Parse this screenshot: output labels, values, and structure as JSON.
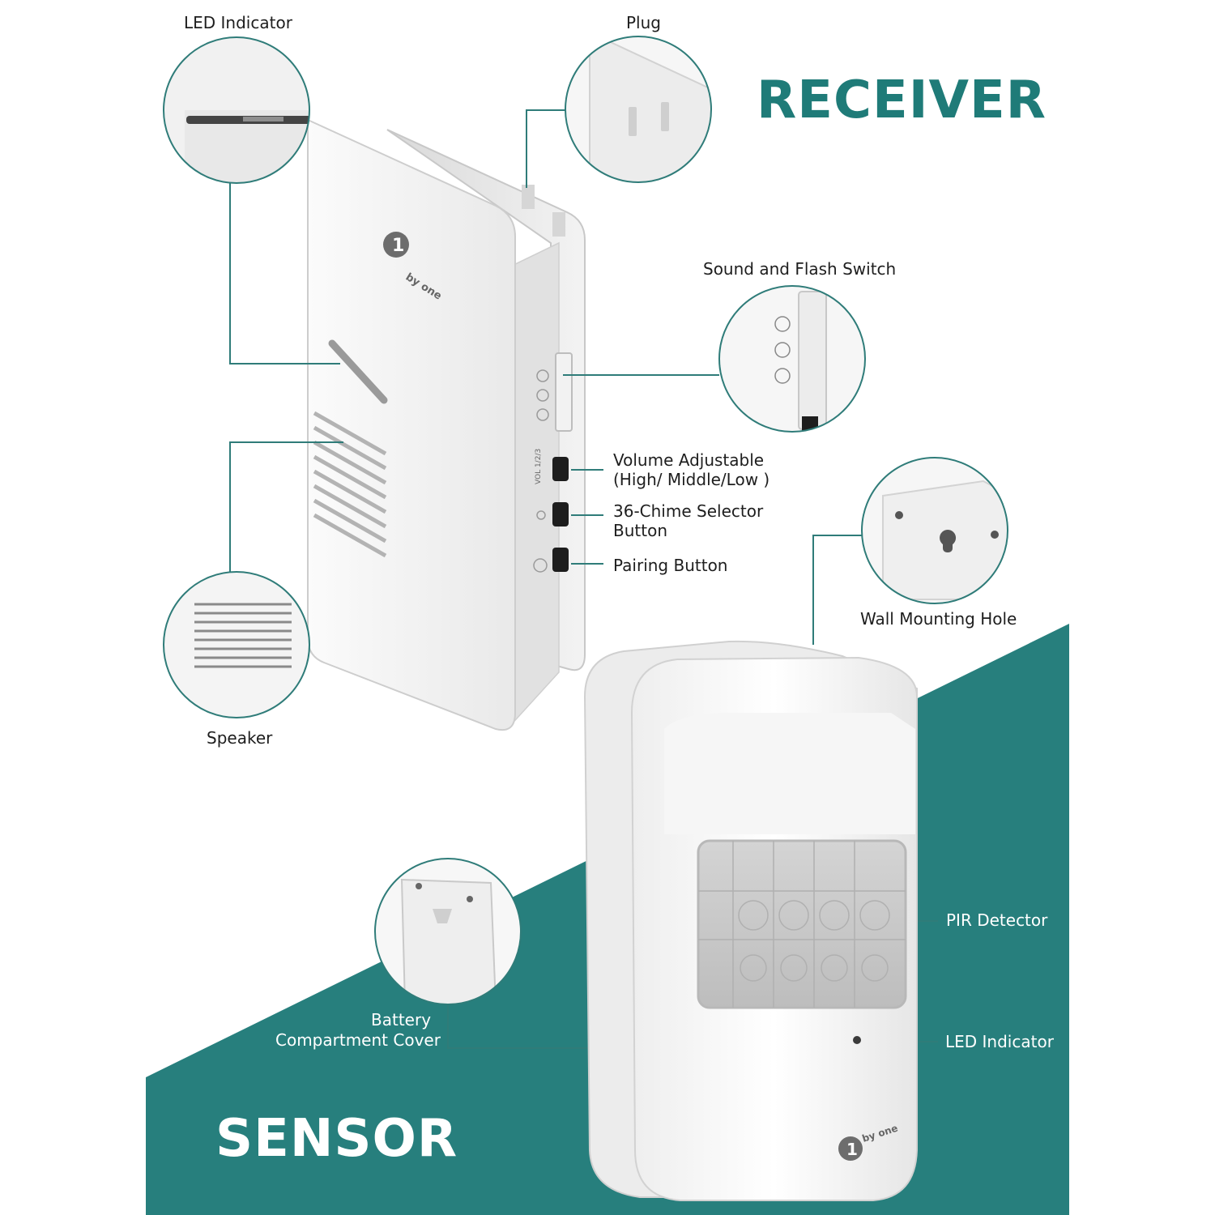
{
  "headings": {
    "receiver": "RECEIVER",
    "sensor": "SENSOR"
  },
  "logo": {
    "text": "by one"
  },
  "receiver_labels": {
    "led_indicator": "LED Indicator",
    "plug": "Plug",
    "sound_flash_switch": "Sound and Flash Switch",
    "volume_line1": "Volume Adjustable",
    "volume_line2": "(High/ Middle/Low )",
    "chime_line1": "36-Chime Selector",
    "chime_line2": "Button",
    "pairing": "Pairing Button",
    "wall_mount": "Wall Mounting Hole",
    "speaker": "Speaker"
  },
  "sensor_labels": {
    "battery_line1": "Battery",
    "battery_line2": "Compartment Cover",
    "pir": "PIR Detector",
    "led_indicator": "LED Indicator"
  },
  "side_panel_text": {
    "vol_label": "VOL 1/2/3"
  },
  "colors": {
    "teal": "#277f7d",
    "teal_dark": "#1f7b78",
    "callout_line": "#2f7c79",
    "device_white": "#f4f4f4"
  }
}
